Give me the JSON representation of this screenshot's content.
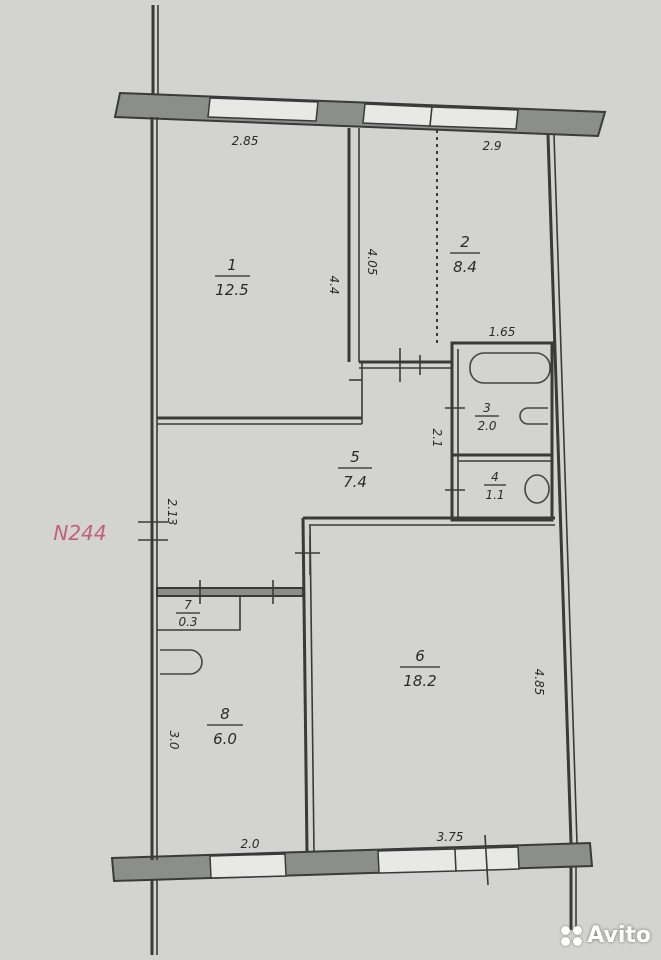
{
  "plan_code": "N244",
  "rooms": [
    {
      "number": "1",
      "area": "12.5"
    },
    {
      "number": "2",
      "area": "8.4"
    },
    {
      "number": "3",
      "area": "2.0"
    },
    {
      "number": "4",
      "area": "1.1"
    },
    {
      "number": "5",
      "area": "7.4"
    },
    {
      "number": "6",
      "area": "18.2"
    },
    {
      "number": "7",
      "area": "0.3"
    },
    {
      "number": "8",
      "area": "6.0"
    }
  ],
  "dimensions": {
    "top_left": "2.85",
    "top_right": "2.9",
    "room1_height": "4.4",
    "room2_height": "4.05",
    "bath_width": "1.65",
    "bath_height": "2.1",
    "hall_width": "2.13",
    "room8_height": "3.0",
    "room6_height": "4.85",
    "bottom_left": "2.0",
    "bottom_right": "3.75"
  },
  "watermark": "Avito"
}
